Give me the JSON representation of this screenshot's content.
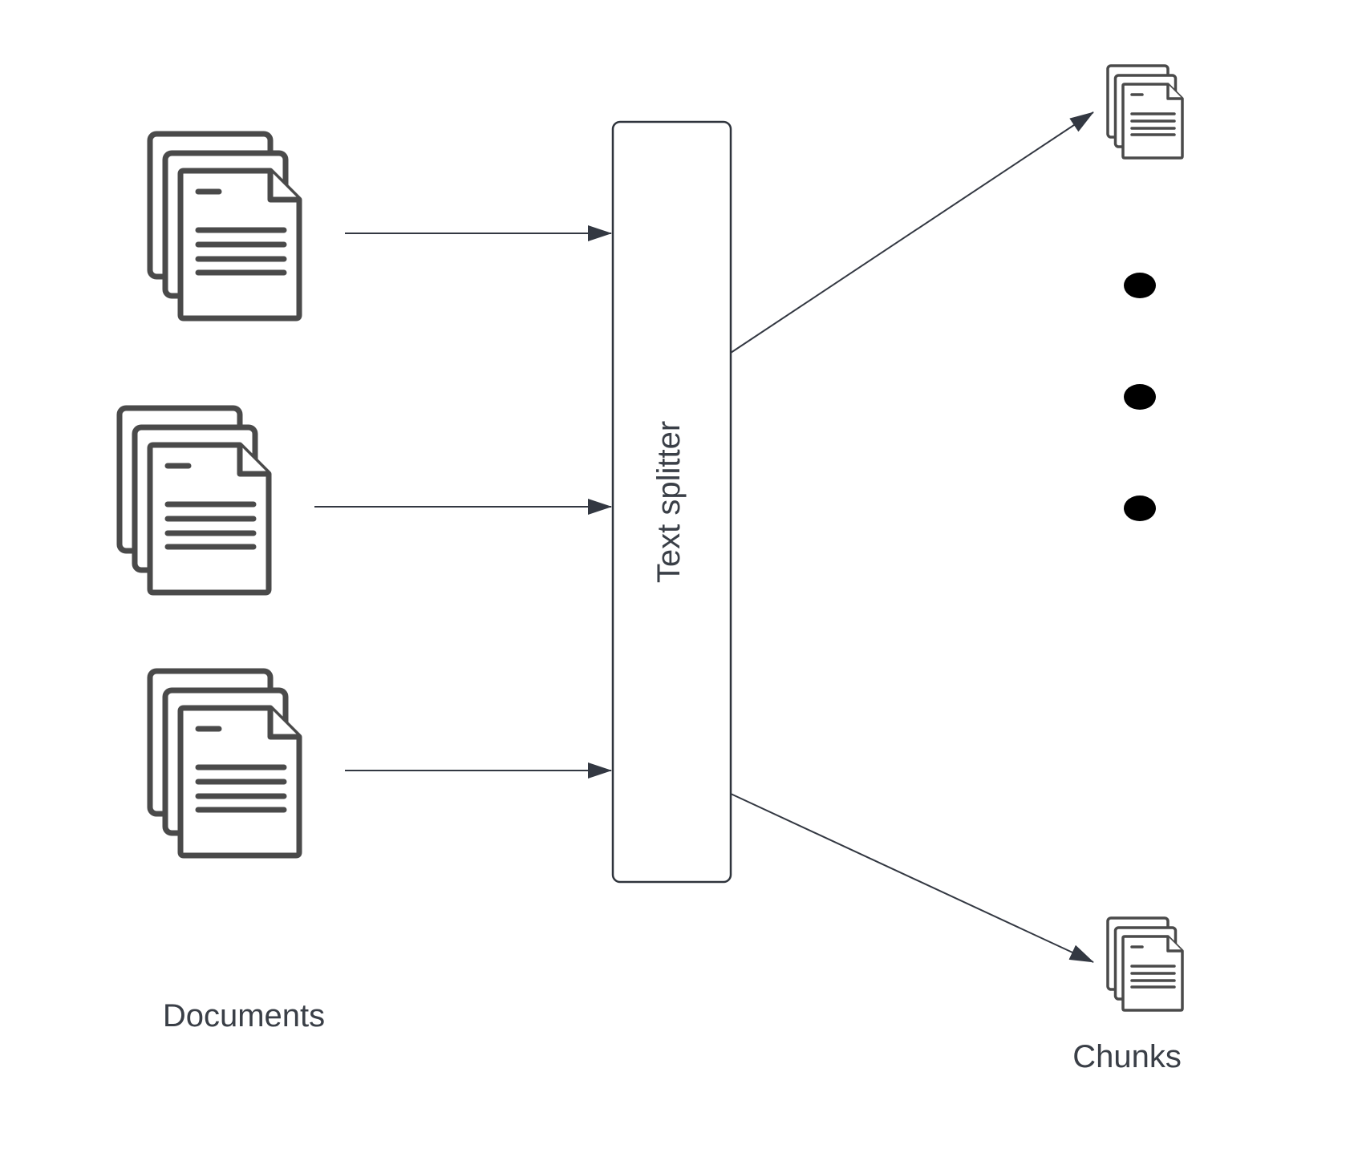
{
  "labels": {
    "documents": "Documents",
    "splitter": "Text splitter",
    "chunks": "Chunks"
  },
  "icons": {
    "document_stack": "document-stack-icon",
    "chunk_stack": "chunk-stack-icon",
    "ellipsis": "vertical-ellipsis-dots"
  },
  "colors": {
    "icon_stroke": "#4a4a4a",
    "arrow": "#333842",
    "text": "#3a3f47",
    "ellipsis_dot": "#000000"
  }
}
